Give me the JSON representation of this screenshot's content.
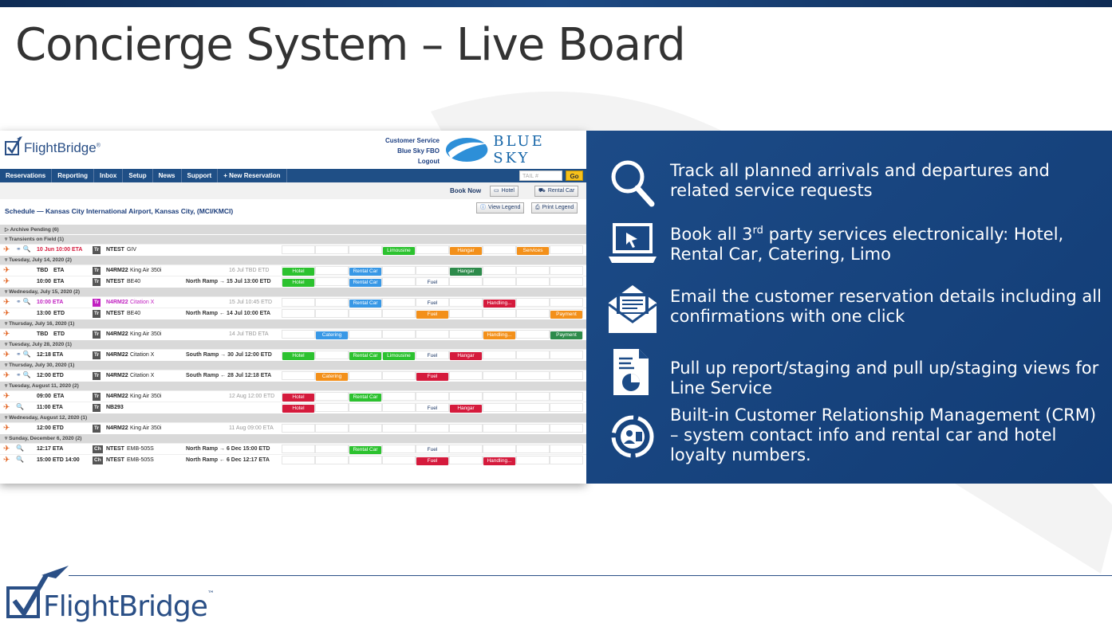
{
  "slide": {
    "title": "Concierge System – Live Board",
    "footer_brand": "FlightBridge",
    "footer_tm": "™"
  },
  "app": {
    "brand": "FlightBridge",
    "brand_mark": "®",
    "header_links": [
      "Customer Service",
      "Blue Sky FBO",
      "Logout"
    ],
    "fbo_logo_text": "BLUE SKY",
    "nav": [
      "Reservations",
      "Reporting",
      "Inbox",
      "Setup",
      "News",
      "Support",
      "+ New Reservation"
    ],
    "tail_placeholder": "TAIL #",
    "go_label": "Go",
    "book_now_label": "Book Now",
    "hotel_btn": "Hotel",
    "rental_btn": "Rental Car",
    "view_legend": "View Legend",
    "print_legend": "Print Legend",
    "schedule_title": "Schedule — Kansas City International Airport, Kansas City, (MCI/KMCI)",
    "archive_pending": "Archive Pending (6)",
    "groups": [
      {
        "label": "Transients on Field (1)",
        "rows": [
          {
            "time": "10 Jun 10:00 ETA",
            "badge": "Tr",
            "reg": "NTEST",
            "model": "GIV",
            "ramp": "",
            "etd": "",
            "tags": [
              {
                "col": 3,
                "text": "Limousine",
                "color": "green"
              },
              {
                "col": 5,
                "text": "Hangar",
                "color": "orange"
              },
              {
                "col": 7,
                "text": "Services",
                "color": "orange"
              }
            ],
            "red": true,
            "icons": "⚭ 🔍"
          }
        ]
      },
      {
        "label": "Tuesday, July 14, 2020 (2)",
        "rows": [
          {
            "time": "TBD",
            "type": "ETA",
            "badge": "Tr",
            "reg": "N4RM22",
            "model": "King Air 350i",
            "ramp": "",
            "etd": "16 Jul TBD   ETD",
            "tags": [
              {
                "col": 0,
                "text": "Hotel",
                "color": "green"
              },
              {
                "col": 2,
                "text": "Rental Car",
                "color": "blue"
              },
              {
                "col": 5,
                "text": "Hangar",
                "color": "dkgreen"
              }
            ]
          },
          {
            "time": "10:00",
            "type": "ETA",
            "badge": "Tr",
            "reg": "NTEST",
            "model": "BE40",
            "ramp": "North Ramp → 15 Jul 13:00 ETD",
            "tags": [
              {
                "col": 0,
                "text": "Hotel",
                "color": "green"
              },
              {
                "col": 2,
                "text": "Rental Car",
                "color": "blue"
              },
              {
                "col": 4,
                "text": "Fuel",
                "color": "fuel"
              }
            ]
          }
        ]
      },
      {
        "label": "Wednesday, July 15, 2020 (2)",
        "rows": [
          {
            "time": "10:00 ETA",
            "badge": "Tr",
            "reg": "N4RM22",
            "model": "Citation X",
            "ramp": "",
            "etd": "15 Jul 10:45 ETD",
            "tags": [
              {
                "col": 2,
                "text": "Rental Car",
                "color": "blue"
              },
              {
                "col": 4,
                "text": "Fuel",
                "color": "fuel"
              },
              {
                "col": 6,
                "text": "Handling...",
                "color": "red"
              }
            ],
            "magenta": true,
            "icons": "⚭ 🔍"
          },
          {
            "time": "13:00",
            "type": "ETD",
            "badge": "Tr",
            "reg": "NTEST",
            "model": "BE40",
            "ramp": "North Ramp ← 14 Jul 10:00 ETA",
            "tags": [
              {
                "col": 4,
                "text": "Fuel",
                "color": "orange"
              },
              {
                "col": 8,
                "text": "Payment",
                "color": "orange"
              }
            ]
          }
        ]
      },
      {
        "label": "Thursday, July 16, 2020 (1)",
        "rows": [
          {
            "time": "TBD",
            "type": "ETD",
            "badge": "Tr",
            "reg": "N4RM22",
            "model": "King Air 350i",
            "ramp": "",
            "etd": "14 Jul TBD   ETA",
            "tags": [
              {
                "col": 1,
                "text": "Catering",
                "color": "blue"
              },
              {
                "col": 6,
                "text": "Handling...",
                "color": "orange"
              },
              {
                "col": 8,
                "text": "Payment",
                "color": "dkgreen"
              }
            ]
          }
        ]
      },
      {
        "label": "Tuesday, July 28, 2020 (1)",
        "rows": [
          {
            "time": "12:18 ETA",
            "badge": "Tr",
            "reg": "N4RM22",
            "model": "Citation X",
            "ramp": "South Ramp → 30 Jul 12:00 ETD",
            "tags": [
              {
                "col": 0,
                "text": "Hotel",
                "color": "green"
              },
              {
                "col": 2,
                "text": "Rental Car",
                "color": "green"
              },
              {
                "col": 3,
                "text": "Limousine",
                "color": "green"
              },
              {
                "col": 4,
                "text": "Fuel",
                "color": "fuel"
              },
              {
                "col": 5,
                "text": "Hangar",
                "color": "red"
              }
            ],
            "icons": "⚭ 🔍"
          }
        ]
      },
      {
        "label": "Thursday, July 30, 2020 (1)",
        "rows": [
          {
            "time": "12:00 ETD",
            "badge": "Tr",
            "reg": "N4RM22",
            "model": "Citation X",
            "ramp": "South Ramp ← 28 Jul 12:18 ETA",
            "tags": [
              {
                "col": 1,
                "text": "Catering",
                "color": "orange"
              },
              {
                "col": 4,
                "text": "Fuel",
                "color": "red"
              }
            ],
            "icons": "⚭ 🔍"
          }
        ]
      },
      {
        "label": "Tuesday, August 11, 2020 (2)",
        "rows": [
          {
            "time": "09:00",
            "type": "ETA",
            "badge": "Tr",
            "reg": "N4RM22",
            "model": "King Air 350i",
            "ramp": "",
            "etd": "12 Aug 12:00 ETD",
            "tags": [
              {
                "col": 0,
                "text": "Hotel",
                "color": "red"
              },
              {
                "col": 2,
                "text": "Rental Car",
                "color": "green"
              }
            ]
          },
          {
            "time": "11:00 ETA",
            "badge": "Tr",
            "reg": "NB293",
            "model": "",
            "ramp": "",
            "etd": "",
            "tags": [
              {
                "col": 0,
                "text": "Hotel",
                "color": "red"
              },
              {
                "col": 4,
                "text": "Fuel",
                "color": "fuel"
              },
              {
                "col": 5,
                "text": "Hangar",
                "color": "red"
              }
            ],
            "icons": "🔍"
          }
        ]
      },
      {
        "label": "Wednesday, August 12, 2020 (1)",
        "rows": [
          {
            "time": "12:00 ETD",
            "badge": "Tr",
            "reg": "N4RM22",
            "model": "King Air 350i",
            "ramp": "",
            "etd": "11 Aug 09:00 ETA",
            "tags": []
          }
        ]
      },
      {
        "label": "Sunday, December 6, 2020 (2)",
        "rows": [
          {
            "time": "12:17 ETA",
            "badge": "Ch",
            "reg": "NTEST",
            "model": "EMB-505S",
            "ramp": "North Ramp → 6 Dec 15:00 ETD",
            "tags": [
              {
                "col": 2,
                "text": "Rental Car",
                "color": "green"
              },
              {
                "col": 4,
                "text": "Fuel",
                "color": "fuel"
              }
            ],
            "icons": "🔍"
          },
          {
            "time": "15:00 ETD 14:00",
            "badge": "Ch",
            "reg": "NTEST",
            "model": "EMB-505S",
            "ramp": "North Ramp ← 6 Dec 12:17 ETA",
            "tags": [
              {
                "col": 4,
                "text": "Fuel",
                "color": "red"
              },
              {
                "col": 6,
                "text": "Handling...",
                "color": "red"
              }
            ],
            "icons": "🔍"
          }
        ]
      }
    ]
  },
  "features": [
    {
      "icon": "magnifier-icon",
      "text": "Track all planned arrivals and departures and related service requests"
    },
    {
      "icon": "laptop-icon",
      "text_pre": "Book all 3",
      "text_sup": "rd",
      "text_post": " party services electronically: Hotel, Rental Car, Catering, Limo"
    },
    {
      "icon": "envelope-icon",
      "text": "Email the customer reservation details including all confirmations with one click"
    },
    {
      "icon": "report-icon",
      "text": "Pull up report/staging and pull up/staging views for Line Service"
    },
    {
      "icon": "crm-icon",
      "text": "Built-in Customer Relationship Management (CRM) – system contact info and rental car and hotel loyalty numbers."
    }
  ],
  "colors": {
    "panel": "#1c4b87",
    "nav": "#1f4f86",
    "green": "#2cc22f",
    "blue": "#3898e6",
    "orange": "#f3901a",
    "red": "#d51a3c"
  }
}
